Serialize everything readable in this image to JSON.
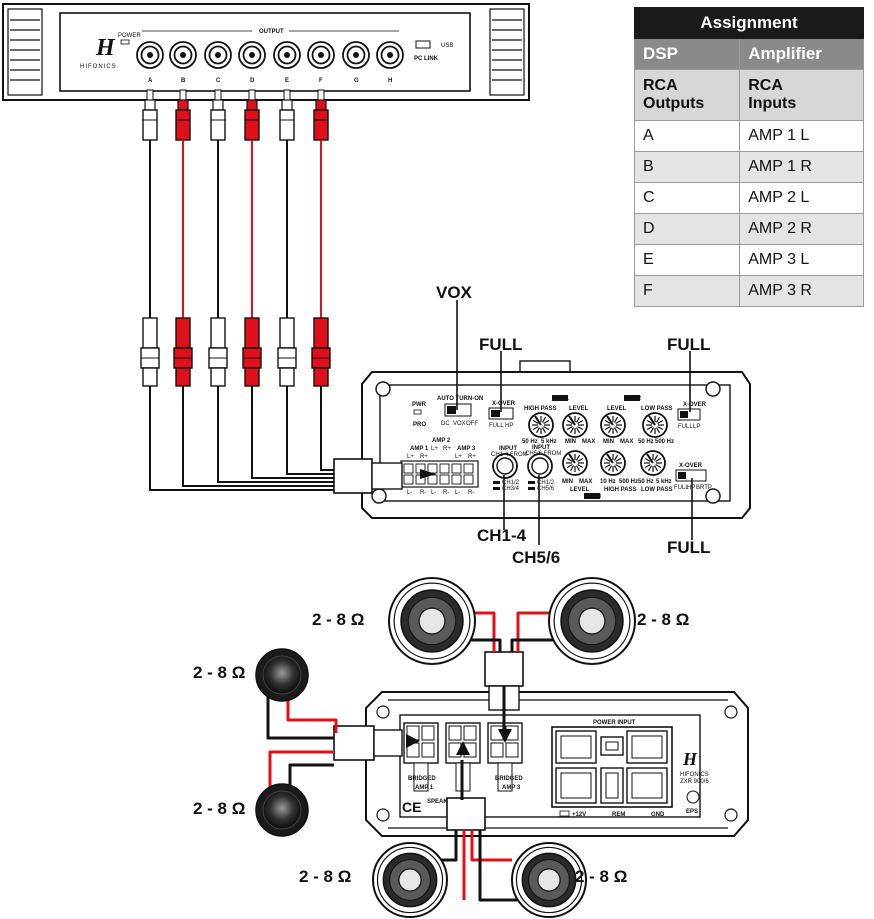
{
  "dsp": {
    "output_label": "OUTPUT",
    "power_label": "POWER",
    "brand_text": "HIFONICS",
    "usb_label": "USB",
    "pc_link_label": "PC LINK",
    "channels": [
      "A",
      "B",
      "C",
      "D",
      "E",
      "F",
      "G",
      "H"
    ]
  },
  "assignment": {
    "title": "Assignment",
    "col1": "DSP",
    "col2": "Amplifier",
    "sub1_line1": "RCA",
    "sub1_line2": "Outputs",
    "sub2_line1": "RCA",
    "sub2_line2": "Inputs",
    "rows": [
      {
        "dsp": "A",
        "amp": "AMP 1 L"
      },
      {
        "dsp": "B",
        "amp": "AMP 1 R"
      },
      {
        "dsp": "C",
        "amp": "AMP 2 L"
      },
      {
        "dsp": "D",
        "amp": "AMP 2 R"
      },
      {
        "dsp": "E",
        "amp": "AMP 3 L"
      },
      {
        "dsp": "F",
        "amp": "AMP 3 R"
      }
    ]
  },
  "callouts": {
    "vox": "VOX",
    "full_left": "FULL",
    "full_right": "FULL",
    "full_bottom": "FULL",
    "ch14": "CH1-4",
    "ch56": "CH5/6"
  },
  "amp_panel": {
    "pwr": "PWR",
    "pro": "PRO",
    "auto_turn_on": "AUTO TURN-ON",
    "dc": "DC",
    "vox": "VOX",
    "off": "OFF",
    "xover": "X-OVER",
    "full": "FULL",
    "hp": "HP",
    "lp": "LP",
    "brtp": "BRTP",
    "high_pass": "HIGH PASS",
    "low_pass": "LOW PASS",
    "level": "LEVEL",
    "min": "MIN",
    "max": "MAX",
    "hz50": "50 Hz",
    "khz5": "5 kHz",
    "hz500": "500 Hz",
    "hz10": "10 Hz",
    "amp1": "AMP 1",
    "amp2": "AMP 2",
    "amp3": "AMP 3",
    "amp1_short": "AMP1",
    "amp2_short": "AMP2",
    "amp3_short": "AMP3",
    "input": "INPUT",
    "in_ch14": "CH1-4 FROM",
    "in_ch56": "CH5/6 FROM",
    "opt_ch12": "CH1/2",
    "opt_ch34": "CH3/4",
    "opt_ch56": "CH5/6",
    "l_plus": "L+",
    "r_plus": "R+",
    "l_minus": "L-",
    "r_minus": "R-"
  },
  "bottom_amp": {
    "power_input": "POWER INPUT",
    "bridged1": "BRIDGED",
    "bridged3": "BRIDGED",
    "amp1": "AMP 1",
    "amp3": "AMP 3",
    "speaker_output": "SPEAKER OUTPUT",
    "plus12": "+12V",
    "rem": "REM",
    "gnd": "GND",
    "ce": "CE",
    "brand": "HIFONICS",
    "model": "ZXR 900/6",
    "eps": "EPS"
  },
  "ohm_labels": {
    "top_left": "2 - 8 Ω",
    "top_right": "2 - 8 Ω",
    "mid_left": "2 - 8 Ω",
    "lower_left": "2 - 8 Ω",
    "bottom_left": "2 - 8 Ω",
    "bottom_right": "2 - 8 Ω"
  },
  "colors": {
    "red": "#e0101a",
    "black": "#111111",
    "table_title_bg": "#1a1a1a",
    "table_head_bg": "#8a8a8a"
  }
}
